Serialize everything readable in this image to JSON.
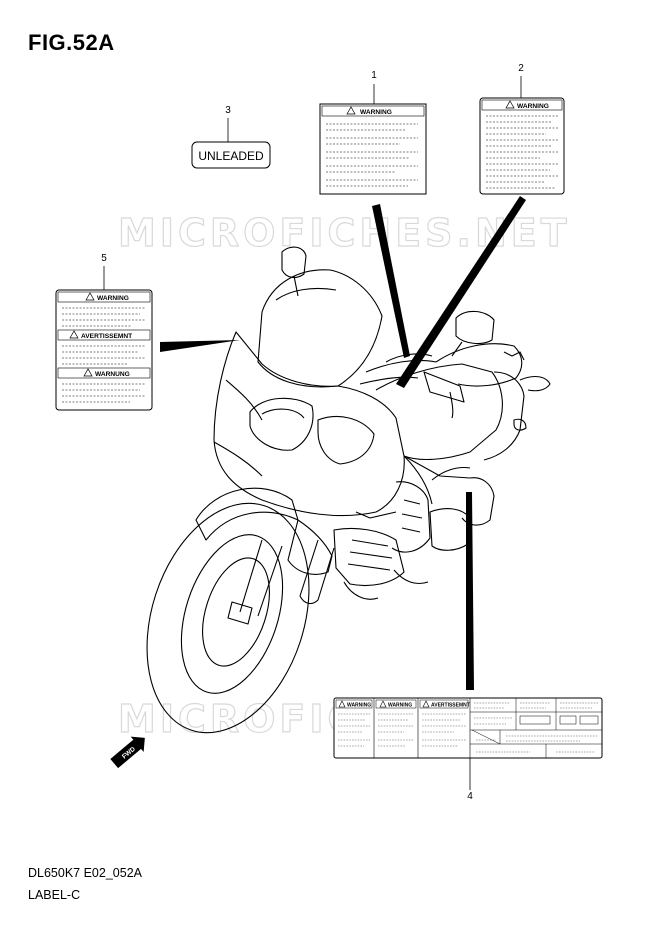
{
  "figure_title": "FIG.52A",
  "footer": {
    "code": "DL650K7 E02_052A",
    "label": "LABEL-C"
  },
  "watermark": "MICROFICHES.NET",
  "callouts": {
    "c1": "1",
    "c2": "2",
    "c3": "3",
    "c4": "4",
    "c5": "5"
  },
  "labels": {
    "unleaded": "UNLEADED",
    "warning": "WARNING",
    "avertissement": "AVERTISSEMNT",
    "warnung": "WARNUNG",
    "fwd": "FWD"
  }
}
